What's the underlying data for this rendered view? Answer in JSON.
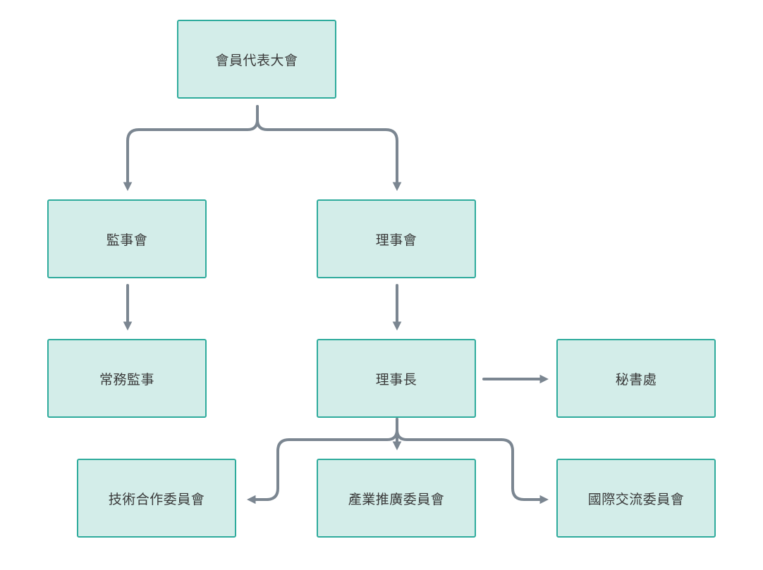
{
  "nodes": {
    "general_assembly": "會員代表大會",
    "supervisors": "監事會",
    "board": "理事會",
    "standing_supervisor": "常務監事",
    "chairman": "理事長",
    "secretariat": "秘書處",
    "tech_cooperation_committee": "技術合作委員會",
    "industry_promotion_committee": "產業推廣委員會",
    "international_exchange_committee": "國際交流委員會"
  },
  "colors": {
    "node_fill": "#d3ede9",
    "node_border": "#2eab9c",
    "connector": "#7b8691",
    "text": "#3a3a3a"
  }
}
